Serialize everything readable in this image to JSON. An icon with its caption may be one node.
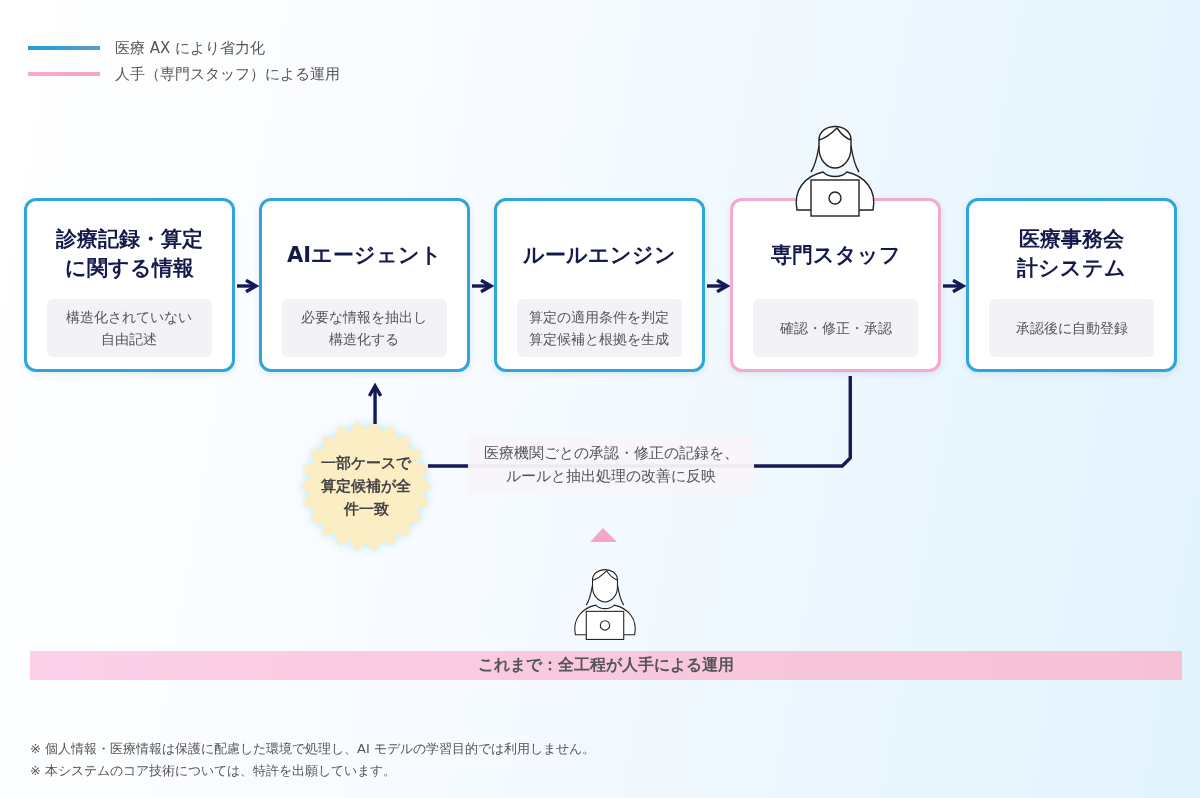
{
  "diagram": {
    "nodes": [
      {
        "text": [
          "診療記録・算定に関する情報",
          "構造化されていない自由記述"
        ]
      },
      {
        "text": [
          "AIエージェント",
          "必要な情報を抽出し構造化する"
        ]
      },
      {
        "text": [
          "ルールエンジン",
          "算定の適用条件を判定算定候補と根拠を生成"
        ]
      },
      {
        "text": [
          "専門スタッフ",
          "確認・修正・承認"
        ]
      },
      {
        "text": [
          "医療事務会計システム",
          "承認後に自動登録"
        ]
      },
      {
        "text": [
          "一部ケースで算定候補が全件一致"
        ]
      },
      {
        "text": [
          "これまで：全工程が人手による運用"
        ]
      }
    ],
    "edges": [
      {
        "from": 0,
        "to": 1,
        "arrow": "to"
      },
      {
        "from": 1,
        "to": 2,
        "arrow": "to"
      },
      {
        "from": 2,
        "to": 3,
        "arrow": "to"
      },
      {
        "from": 3,
        "to": 4,
        "arrow": "to"
      },
      {
        "from": 3,
        "to": 5,
        "arrow": "none",
        "label": "医療機関ごとの承認・修正の記録を、ルールと抽出処理の改善に反映"
      },
      {
        "from": 5,
        "to": 1,
        "arrow": "to"
      }
    ],
    "labels": [
      "※ 個人情報・医療情報は保護に配慮した環境で処理し、AI モデルの学習目的では利用しません。",
      "※ 本システムのコア技術については、特許を出願しています。"
    ],
    "legend": [
      {
        "text": "医療 AX により省力化"
      },
      {
        "text": "人手（専門スタッフ）による運用"
      }
    ]
  }
}
